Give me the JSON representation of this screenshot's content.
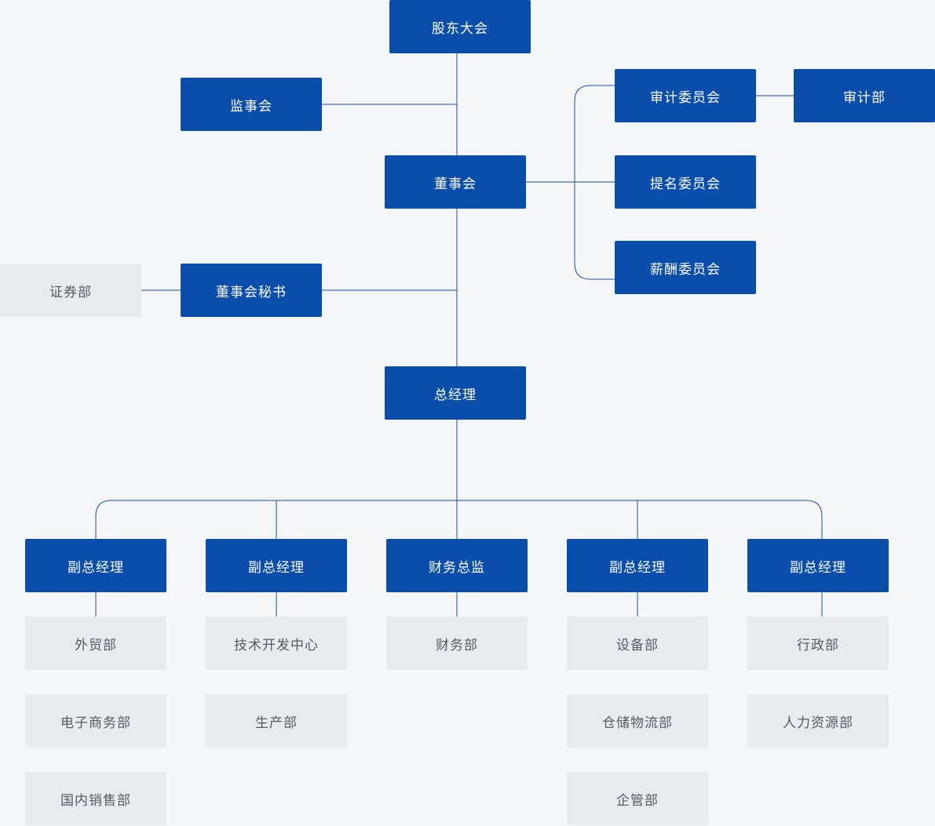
{
  "nodes": {
    "shareholders": "股东大会",
    "supervisors": "监事会",
    "board": "董事会",
    "audit_committee": "审计委员会",
    "audit_dept": "审计部",
    "nomination_committee": "提名委员会",
    "compensation_committee": "薪酬委员会",
    "securities_dept": "证券部",
    "board_secretary": "董事会秘书",
    "general_manager": "总经理",
    "vgm_1": "副总经理",
    "vgm_2": "副总经理",
    "cfo": "财务总监",
    "vgm_3": "副总经理",
    "vgm_4": "副总经理",
    "foreign_trade": "外贸部",
    "ecommerce": "电子商务部",
    "domestic_sales": "国内销售部",
    "tech_center": "技术开发中心",
    "production": "生产部",
    "finance": "财务部",
    "equipment": "设备部",
    "logistics": "仓储物流部",
    "enterprise_mgmt": "企管部",
    "admin": "行政部",
    "hr": "人力资源部"
  },
  "colors": {
    "primary": "#0a4dab",
    "secondary": "#e9eaed",
    "line": "#1a4ea8",
    "background": "#f5f6f8"
  }
}
